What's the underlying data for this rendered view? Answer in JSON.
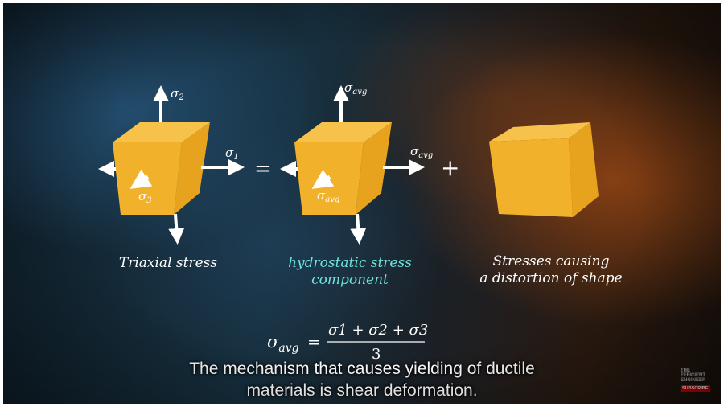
{
  "labels": {
    "sigma2": "σ",
    "sigma2_sub": "2",
    "sigma1": "σ",
    "sigma1_sub": "1",
    "sigma3": "σ",
    "sigma3_sub": "3",
    "sigma_avg": "σ",
    "avg_sub": "avg",
    "equals": "=",
    "plus": "+"
  },
  "captions": {
    "triaxial": "Triaxial stress",
    "hydrostatic_line1": "hydrostatic stress",
    "hydrostatic_line2": "component",
    "distortion_line1": "Stresses causing",
    "distortion_line2": "a distortion of shape"
  },
  "formula": {
    "lhs": "σ",
    "lhs_sub": "avg",
    "eq": "=",
    "numerator": "σ1 + σ2 + σ3",
    "denominator": "3"
  },
  "subtitle": {
    "line1": "The mechanism that causes yielding of ductile",
    "line2": "materials is shear deformation."
  },
  "brand": {
    "line1": "THE",
    "line2": "EFFICIENT",
    "line3": "ENGINEER",
    "subscribe": "SUBSCRIBE"
  },
  "colors": {
    "cube_front": "#f2b12a",
    "cube_top": "#f6c24a",
    "cube_side": "#e7a21e",
    "teal_text": "#6fe3dc"
  }
}
